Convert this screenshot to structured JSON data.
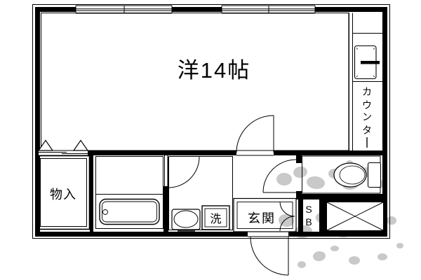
{
  "plan": {
    "main_room_label": "洋14帖",
    "counter_label": "カウンター",
    "counter_chars": [
      "カ",
      "ウ",
      "ン",
      "タ",
      "ー"
    ],
    "storage_label": "物入",
    "washer_label": "洗",
    "entrance_label": "玄関",
    "shoebox_top": "S",
    "shoebox_bottom": "B"
  },
  "colors": {
    "line": "#000000",
    "background": "#ffffff",
    "watermark": "#c9c9c9"
  }
}
